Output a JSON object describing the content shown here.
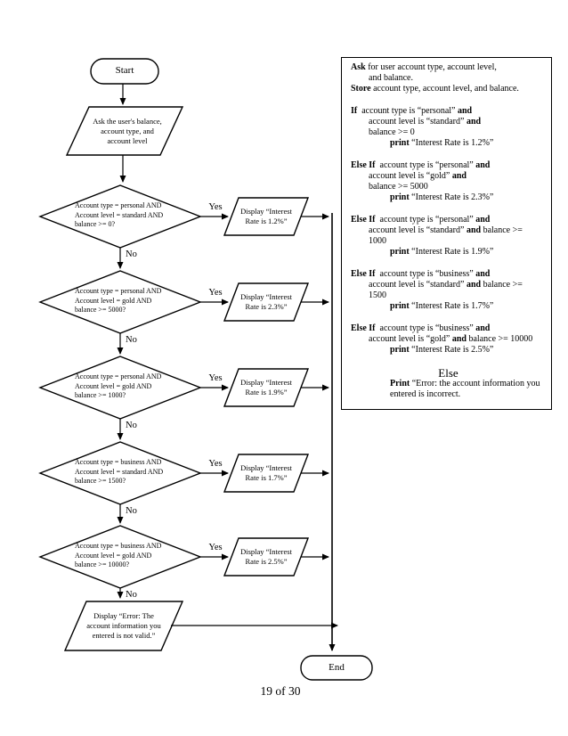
{
  "page": {
    "page_number": "19 of 30",
    "background": "#ffffff",
    "ink_color": "#000000"
  },
  "flowchart": {
    "start_label": "Start",
    "end_label": "End",
    "yes_label": "Yes",
    "no_label": "No",
    "ask": {
      "lines": [
        "Ask the user's balance,",
        "account type, and",
        "account level"
      ]
    },
    "decisions": [
      {
        "condition_lines": [
          "Account type = personal AND",
          "Account level = standard AND",
          "balance >= 0?"
        ],
        "display_lines": [
          "Display “Interest",
          "Rate is 1.2%”"
        ]
      },
      {
        "condition_lines": [
          "Account type = personal AND",
          "Account level = gold AND",
          "balance >= 5000?"
        ],
        "display_lines": [
          "Display “Interest",
          "Rate is 2.3%”"
        ]
      },
      {
        "condition_lines": [
          "Account type = personal AND",
          "Account level = gold AND",
          "balance >= 1000?"
        ],
        "display_lines": [
          "Display “Interest",
          "Rate is 1.9%”"
        ]
      },
      {
        "condition_lines": [
          "Account type = business AND",
          "Account level = standard AND",
          "balance >= 1500?"
        ],
        "display_lines": [
          "Display “Interest",
          "Rate is 1.7%”"
        ]
      },
      {
        "condition_lines": [
          "Account type = business AND",
          "Account level = gold AND",
          "balance >= 10000?"
        ],
        "display_lines": [
          "Display “Interest",
          "Rate is 2.5%”"
        ]
      }
    ],
    "error_display": {
      "lines": [
        "Display “Error: The",
        "account information you",
        "entered is not valid.”"
      ]
    }
  },
  "pseudocode": {
    "lines": [
      {
        "indent": 0,
        "segments": [
          {
            "text": "Ask",
            "bold": true
          },
          {
            "text": " for user account type, account level,",
            "bold": false
          }
        ]
      },
      {
        "indent": 1,
        "segments": [
          {
            "text": "and balance.",
            "bold": false
          }
        ]
      },
      {
        "indent": 0,
        "segments": [
          {
            "text": "Store",
            "bold": true
          },
          {
            "text": " account type, account level, and balance.",
            "bold": false
          }
        ]
      },
      {
        "blank": true
      },
      {
        "indent": 0,
        "segments": [
          {
            "text": "If",
            "bold": true
          },
          {
            "text": "  account type is “personal” ",
            "bold": false
          },
          {
            "text": "and",
            "bold": true
          }
        ]
      },
      {
        "indent": 1,
        "segments": [
          {
            "text": "account level is “standard” ",
            "bold": false
          },
          {
            "text": "and",
            "bold": true
          }
        ]
      },
      {
        "indent": 1,
        "segments": [
          {
            "text": "balance >= 0",
            "bold": false
          }
        ]
      },
      {
        "indent": 2,
        "segments": [
          {
            "text": "print",
            "bold": true
          },
          {
            "text": " “Interest Rate is 1.2%”",
            "bold": false
          }
        ]
      },
      {
        "blank": true
      },
      {
        "indent": 0,
        "segments": [
          {
            "text": "Else If",
            "bold": true
          },
          {
            "text": "  account type is “personal” ",
            "bold": false
          },
          {
            "text": "and",
            "bold": true
          }
        ]
      },
      {
        "indent": 1,
        "segments": [
          {
            "text": "account level is “gold” ",
            "bold": false
          },
          {
            "text": "and",
            "bold": true
          }
        ]
      },
      {
        "indent": 1,
        "segments": [
          {
            "text": "balance >= 5000",
            "bold": false
          }
        ]
      },
      {
        "indent": 2,
        "segments": [
          {
            "text": "print",
            "bold": true
          },
          {
            "text": " “Interest Rate is 2.3%”",
            "bold": false
          }
        ]
      },
      {
        "blank": true
      },
      {
        "indent": 0,
        "segments": [
          {
            "text": "Else If",
            "bold": true
          },
          {
            "text": "  account type is “personal” ",
            "bold": false
          },
          {
            "text": "and",
            "bold": true
          }
        ]
      },
      {
        "indent": 1,
        "segments": [
          {
            "text": "account level is “standard” ",
            "bold": false
          },
          {
            "text": "and",
            "bold": true
          },
          {
            "text": " balance >=",
            "bold": false
          }
        ]
      },
      {
        "indent": 1,
        "segments": [
          {
            "text": "1000",
            "bold": false
          }
        ]
      },
      {
        "indent": 2,
        "segments": [
          {
            "text": "print",
            "bold": true
          },
          {
            "text": " “Interest Rate is 1.9%”",
            "bold": false
          }
        ]
      },
      {
        "blank": true
      },
      {
        "indent": 0,
        "segments": [
          {
            "text": "Else If",
            "bold": true
          },
          {
            "text": "  account type is “business” ",
            "bold": false
          },
          {
            "text": "and",
            "bold": true
          }
        ]
      },
      {
        "indent": 1,
        "segments": [
          {
            "text": "account level is “standard” ",
            "bold": false
          },
          {
            "text": "and",
            "bold": true
          },
          {
            "text": " balance >=",
            "bold": false
          }
        ]
      },
      {
        "indent": 1,
        "segments": [
          {
            "text": "1500",
            "bold": false
          }
        ]
      },
      {
        "indent": 2,
        "segments": [
          {
            "text": "print",
            "bold": true
          },
          {
            "text": " “Interest Rate is 1.7%”",
            "bold": false
          }
        ]
      },
      {
        "blank": true
      },
      {
        "indent": 0,
        "segments": [
          {
            "text": "Else If",
            "bold": true
          },
          {
            "text": "  account type is “business” ",
            "bold": false
          },
          {
            "text": "and",
            "bold": true
          }
        ]
      },
      {
        "indent": 1,
        "segments": [
          {
            "text": "account level is “gold” ",
            "bold": false
          },
          {
            "text": "and",
            "bold": true
          },
          {
            "text": " balance >= 10000",
            "bold": false
          }
        ]
      },
      {
        "indent": 2,
        "segments": [
          {
            "text": "print",
            "bold": true
          },
          {
            "text": " “Interest Rate is 2.5%”",
            "bold": false
          }
        ]
      },
      {
        "blank": true
      },
      {
        "indent": 0,
        "center": true,
        "large": true,
        "segments": [
          {
            "text": "Else",
            "bold": false
          }
        ]
      },
      {
        "indent": 2,
        "segments": [
          {
            "text": "Print",
            "bold": true
          },
          {
            "text": " “Error: the account information you",
            "bold": false
          }
        ]
      },
      {
        "indent": 2,
        "segments": [
          {
            "text": "entered is incorrect.",
            "bold": false
          }
        ]
      }
    ]
  }
}
